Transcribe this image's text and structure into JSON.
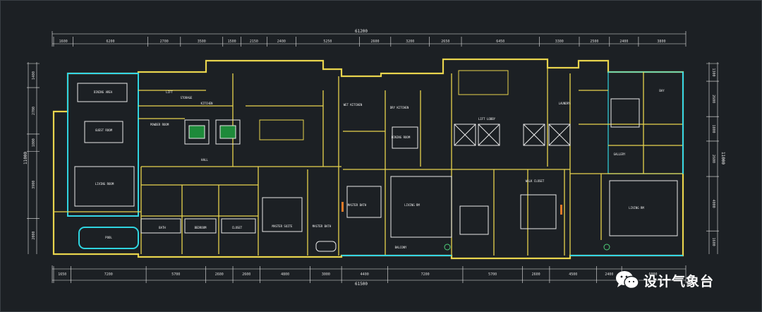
{
  "drawing": {
    "total_top": "61200",
    "total_bottom": "61500",
    "total_left": "11000",
    "total_right": "11000",
    "top_dims": [
      "1600",
      "6200",
      "2700",
      "3500",
      "1500",
      "2150",
      "2400",
      "5250",
      "2600",
      "3200",
      "2650",
      "6450",
      "3300",
      "2500",
      "2400",
      "3800"
    ],
    "bottom_dims": [
      "1650",
      "7200",
      "5700",
      "2600",
      "2600",
      "4800",
      "3000",
      "4400",
      "7200",
      "5700",
      "2600",
      "4500",
      "2400",
      "6000"
    ],
    "left_dims": [
      "1400",
      "2700",
      "1000",
      "3900",
      "2000"
    ],
    "right_dims": [
      "1300",
      "2600",
      "1800",
      "2600",
      "4000",
      "1600"
    ]
  },
  "rooms": [
    "DINING AREA",
    "GUEST ROOM",
    "LIVING ROOM",
    "POOL",
    "LIFT",
    "KITCHEN",
    "STORAGE",
    "POWDER ROOM",
    "HALL",
    "BATH",
    "BEDROOM",
    "CLOSET",
    "MASTER SUITE",
    "MASTER BATH",
    "WET KITCHEN",
    "DRY KITCHEN",
    "DINING ROOM",
    "MASTER BATH",
    "LIVING RM",
    "BALCONY",
    "LAUNDRY",
    "LIFT LOBBY",
    "WALK CLOSET",
    "GALLERY",
    "LIVING RM",
    "BAY"
  ],
  "watermark": {
    "text": "设计气象台",
    "icon": "wechat-icon"
  }
}
